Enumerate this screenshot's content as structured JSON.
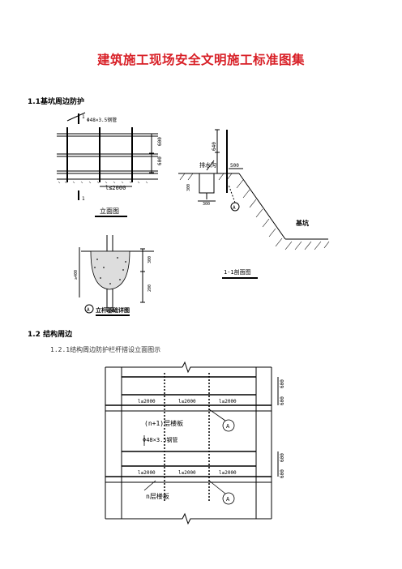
{
  "document": {
    "title": "建筑施工现场安全文明施工标准图集",
    "section_1_1": "1.1基坑周边防护",
    "section_1_2": "1.2 结构周边",
    "subsection_1_2_1": "1.2.1结构周边防护栏杆搭设立面图示"
  },
  "fig1": {
    "pipe_label": "Φ48×3.5钢管",
    "spacing_label": "l≤2000",
    "dim_upper": "600",
    "dim_lower": "600",
    "section_mark": "1",
    "caption": "立面图"
  },
  "fig2": {
    "dim_640": "640",
    "dim_500": "500",
    "drain_label": "排水沟",
    "dim_300_v": "300",
    "dim_300_h": "300",
    "detail_mark": "A",
    "pit_label": "基坑",
    "caption": "1-1剖面图"
  },
  "fig3": {
    "dim_left": "≥400",
    "dim_right_top": "300",
    "dim_right_bottom": "200",
    "detail_mark": "A",
    "caption": "立杆基础详图"
  },
  "fig4": {
    "spacing": "l≤2000",
    "upper_slab": "(n+1)层楼板",
    "pipe_label": "Φ48×3.5钢管",
    "lower_slab": "n层楼板",
    "detail_mark": "A",
    "dim_a": "600",
    "dim_b": "600",
    "dim_c": "600",
    "dim_d": "600"
  }
}
